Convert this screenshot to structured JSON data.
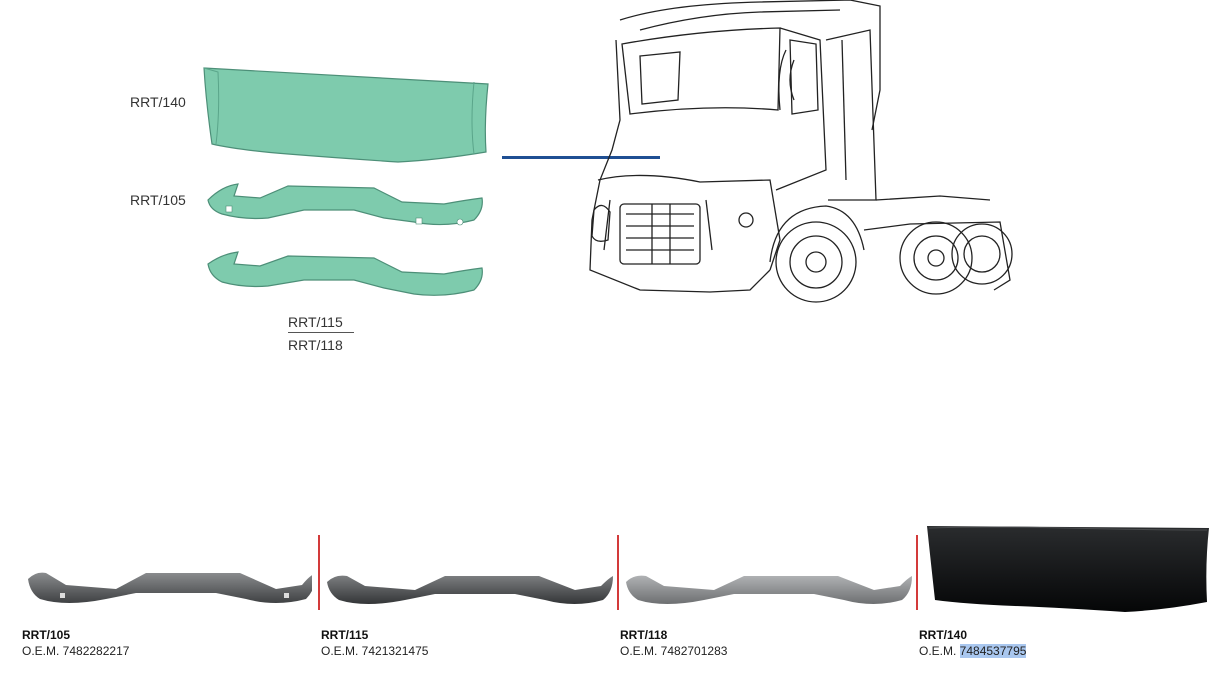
{
  "diagram": {
    "label_140": "RRT/140",
    "label_105": "RRT/105",
    "label_115": "RRT/115",
    "label_118": "RRT/118"
  },
  "colors": {
    "part_green": "#7ecbad",
    "connector_blue": "#1f4f93",
    "divider_red": "#d33a3a"
  },
  "products": [
    {
      "code": "RRT/105",
      "oem_prefix": "O.E.M. ",
      "oem_number": "7482282217"
    },
    {
      "code": "RRT/115",
      "oem_prefix": "O.E.M. ",
      "oem_number": "7421321475"
    },
    {
      "code": "RRT/118",
      "oem_prefix": "O.E.M. ",
      "oem_number": "7482701283"
    },
    {
      "code": "RRT/140",
      "oem_prefix": "O.E.M. ",
      "oem_number": "7484537795"
    }
  ]
}
